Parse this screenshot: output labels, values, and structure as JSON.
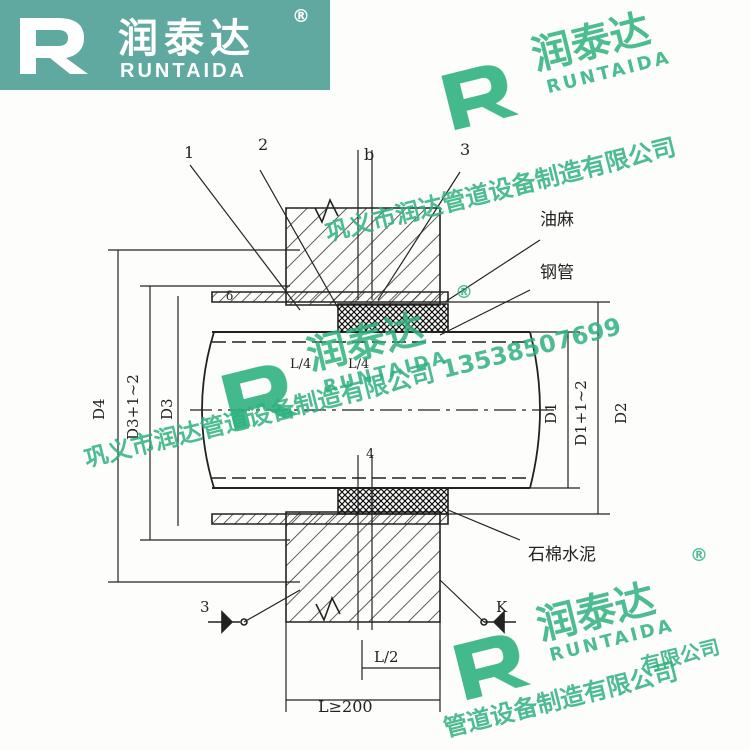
{
  "brand": {
    "name_cn": "润泰达",
    "name_en": "RUNTAIDA",
    "registered": "®",
    "company": "巩义市润达管道设备制造有限公司",
    "phone": "13538507699",
    "color": "#2eb17f",
    "bar_color": "#5fa9a0"
  },
  "diagram": {
    "part_labels": [
      "1",
      "2",
      "3"
    ],
    "dim_b": "b",
    "dim_delta": "δ",
    "dim_4": "4",
    "label_oakum": "油麻",
    "label_steel_pipe": "钢管",
    "label_asbestos_cement": "石棉水泥",
    "dim_D4": "D4",
    "dim_D3_plus": "D3+1~2",
    "dim_D3": "D3",
    "dim_D1": "D1",
    "dim_D1_plus": "D1+1~2",
    "dim_D2": "D2",
    "dim_L_half_a": "L/4",
    "dim_L_half_b": "L/4",
    "dim_L_half": "L/2",
    "dim_L": "L≥200",
    "section_left": "3",
    "section_right": "K"
  },
  "watermarks": [
    {
      "text": "巩义市润达管道设备制造有限公司"
    },
    {
      "text": "巩义市润达管道设备制造有限公司  13538507699"
    },
    {
      "text": "管道设备制造有限公司"
    },
    {
      "text": "有限公司"
    }
  ]
}
